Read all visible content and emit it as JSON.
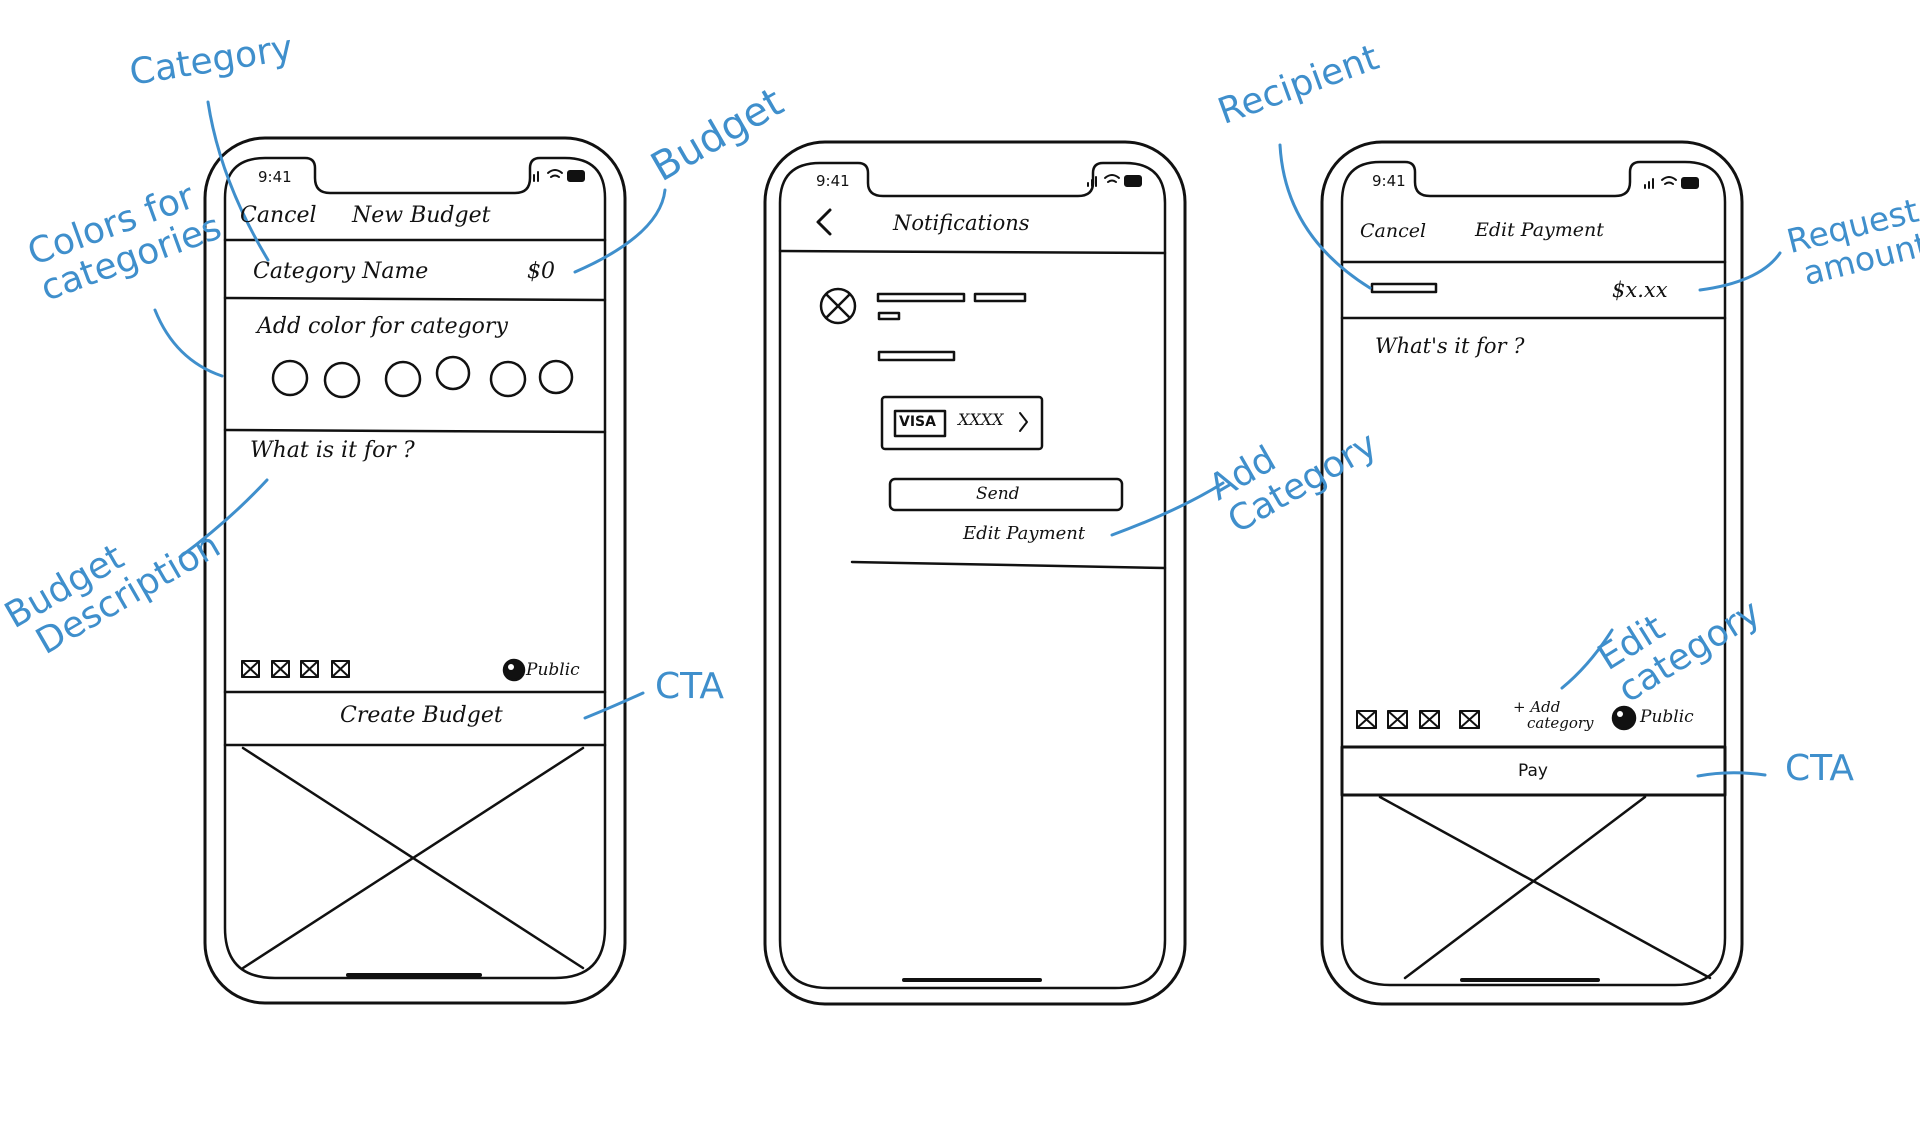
{
  "annotation_color": "#3f8fcc",
  "annotations": {
    "category": "Category",
    "budget": "Budget",
    "colors_for_categories": [
      "Colors for",
      "categories"
    ],
    "budget_description": [
      "Budget",
      "Description"
    ],
    "cta_left": "CTA",
    "add_category": [
      "Add",
      "Category"
    ],
    "recipient": "Recipient",
    "request_amount": [
      "Request",
      "amount"
    ],
    "edit_category": [
      "Edit",
      "category"
    ],
    "cta_right": "CTA"
  },
  "phones": {
    "new_budget": {
      "time": "9:41",
      "cancel": "Cancel",
      "title": "New Budget",
      "category_name": "Category Name",
      "amount": "$0",
      "color_prompt": "Add color for category",
      "description_prompt": "What is it for ?",
      "visibility": "Public",
      "cta": "Create Budget"
    },
    "notifications": {
      "time": "9:41",
      "title": "Notifications",
      "card_brand": "VISA",
      "card_number": "XXXX",
      "send": "Send",
      "edit_payment": "Edit Payment"
    },
    "edit_payment": {
      "time": "9:41",
      "cancel": "Cancel",
      "title": "Edit Payment",
      "amount": "$x.xx",
      "description_prompt": "What's it for ?",
      "add_category": [
        "+ Add",
        "category"
      ],
      "visibility": "Public",
      "cta": "Pay"
    }
  }
}
